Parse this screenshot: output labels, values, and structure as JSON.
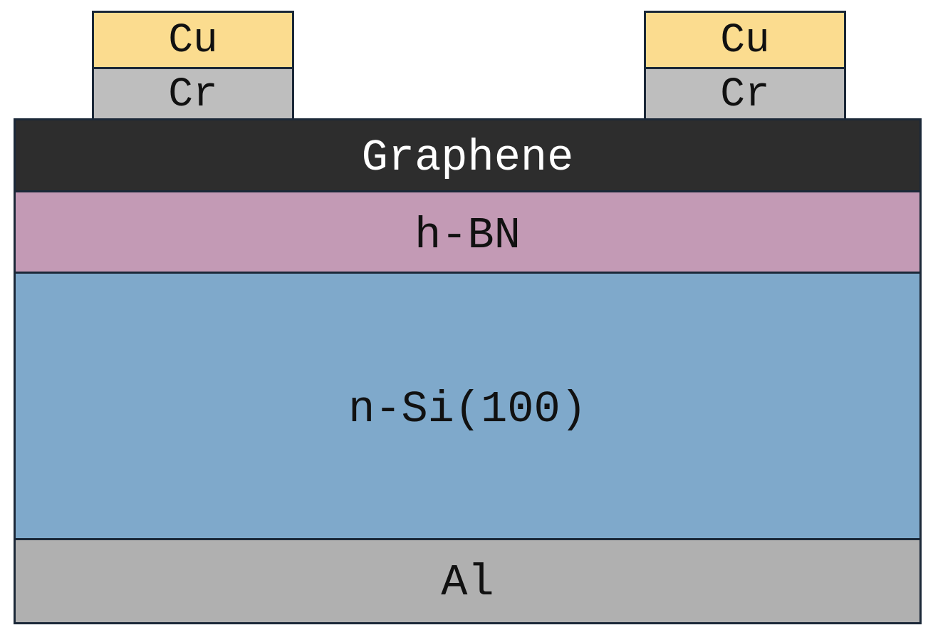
{
  "diagram": {
    "contacts": {
      "left": {
        "top_label": "Cu",
        "bottom_label": "Cr"
      },
      "right": {
        "top_label": "Cu",
        "bottom_label": "Cr"
      }
    },
    "layers": {
      "graphene": "Graphene",
      "hbn": "h-BN",
      "substrate": "n-Si(100)",
      "back_contact": "Al"
    },
    "colors": {
      "cu": "#fbdc8f",
      "cr": "#bebebe",
      "graphene": "#2d2d2d",
      "graphene_text": "#ffffff",
      "hbn": "#c39ab5",
      "substrate": "#7fa9cb",
      "back_contact": "#b0b0b0",
      "outline": "#1b2838"
    }
  }
}
